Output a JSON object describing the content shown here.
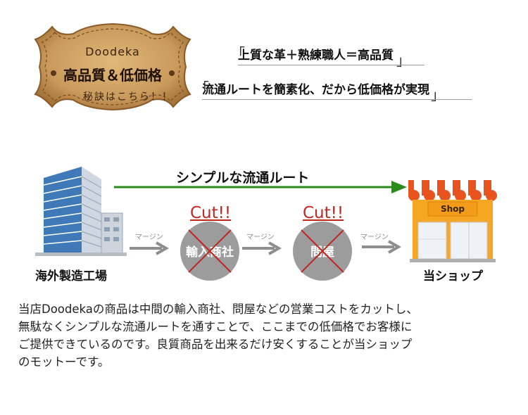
{
  "badge": {
    "brand": "Doodeka",
    "headline": "高品質＆低価格",
    "subline": "秘訣はこちら！！"
  },
  "slogans": {
    "line1": "上質な革＋熟練職人＝高品質",
    "line2": "流通ルートを簡素化、だから低価格が実現",
    "open_bracket": "「",
    "close_bracket": "」"
  },
  "flow": {
    "route_title": "シンプルな流通ルート",
    "factory_label": "海外製造工場",
    "shop_label": "当ショップ",
    "shop_sign": "Shop",
    "cut_label": "Cut!!",
    "margin_label": "マージン",
    "middlemen": [
      "輸入商社",
      "問屋"
    ]
  },
  "description": {
    "lines": [
      "当店Doodekaの商品は中間の輸入商社、問屋などの営業コストをカットし、",
      "無駄なくシンプルな流通ルートを通すことで、ここまでの低価格でお客様に",
      "ご提供できているのです。良質商品を出来るだけ安くすることが当ショップ",
      "のモットーです。"
    ]
  },
  "colors": {
    "route_arrow": "#2a8a1c",
    "cut_red": "#c0281e",
    "cross_red": "#c0281e",
    "circle_gray": "#9c9c9c",
    "margin_arrow": "#8e8e8e",
    "leather": "#c99a5c",
    "shop_awning": "#e9531d"
  }
}
